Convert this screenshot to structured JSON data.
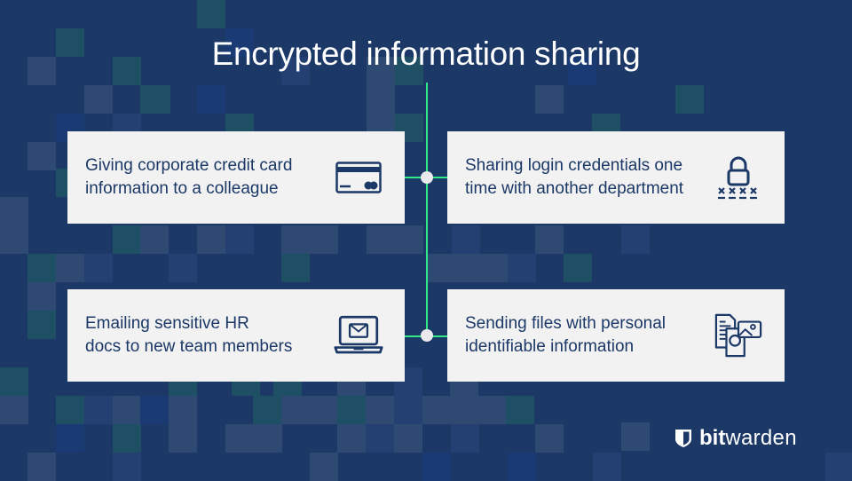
{
  "slide": {
    "title": "Encrypted information sharing",
    "colors": {
      "background": "#1b3866",
      "accent_line": "#2ee88a",
      "card_bg": "#f2f2f3",
      "text_dark": "#1b3866"
    }
  },
  "cards": [
    {
      "text": "Giving corporate credit card\ninformation to a colleague",
      "icon": "credit-card-icon"
    },
    {
      "text": "Sharing login credentials one\ntime with another department",
      "icon": "lock-password-icon"
    },
    {
      "text": "Emailing sensitive HR\ndocs to new team members",
      "icon": "laptop-email-icon"
    },
    {
      "text": "Sending files with personal\nidentifiable information",
      "icon": "files-documents-icon"
    }
  ],
  "logo": {
    "bold": "bit",
    "regular": "warden",
    "icon": "shield-icon"
  }
}
